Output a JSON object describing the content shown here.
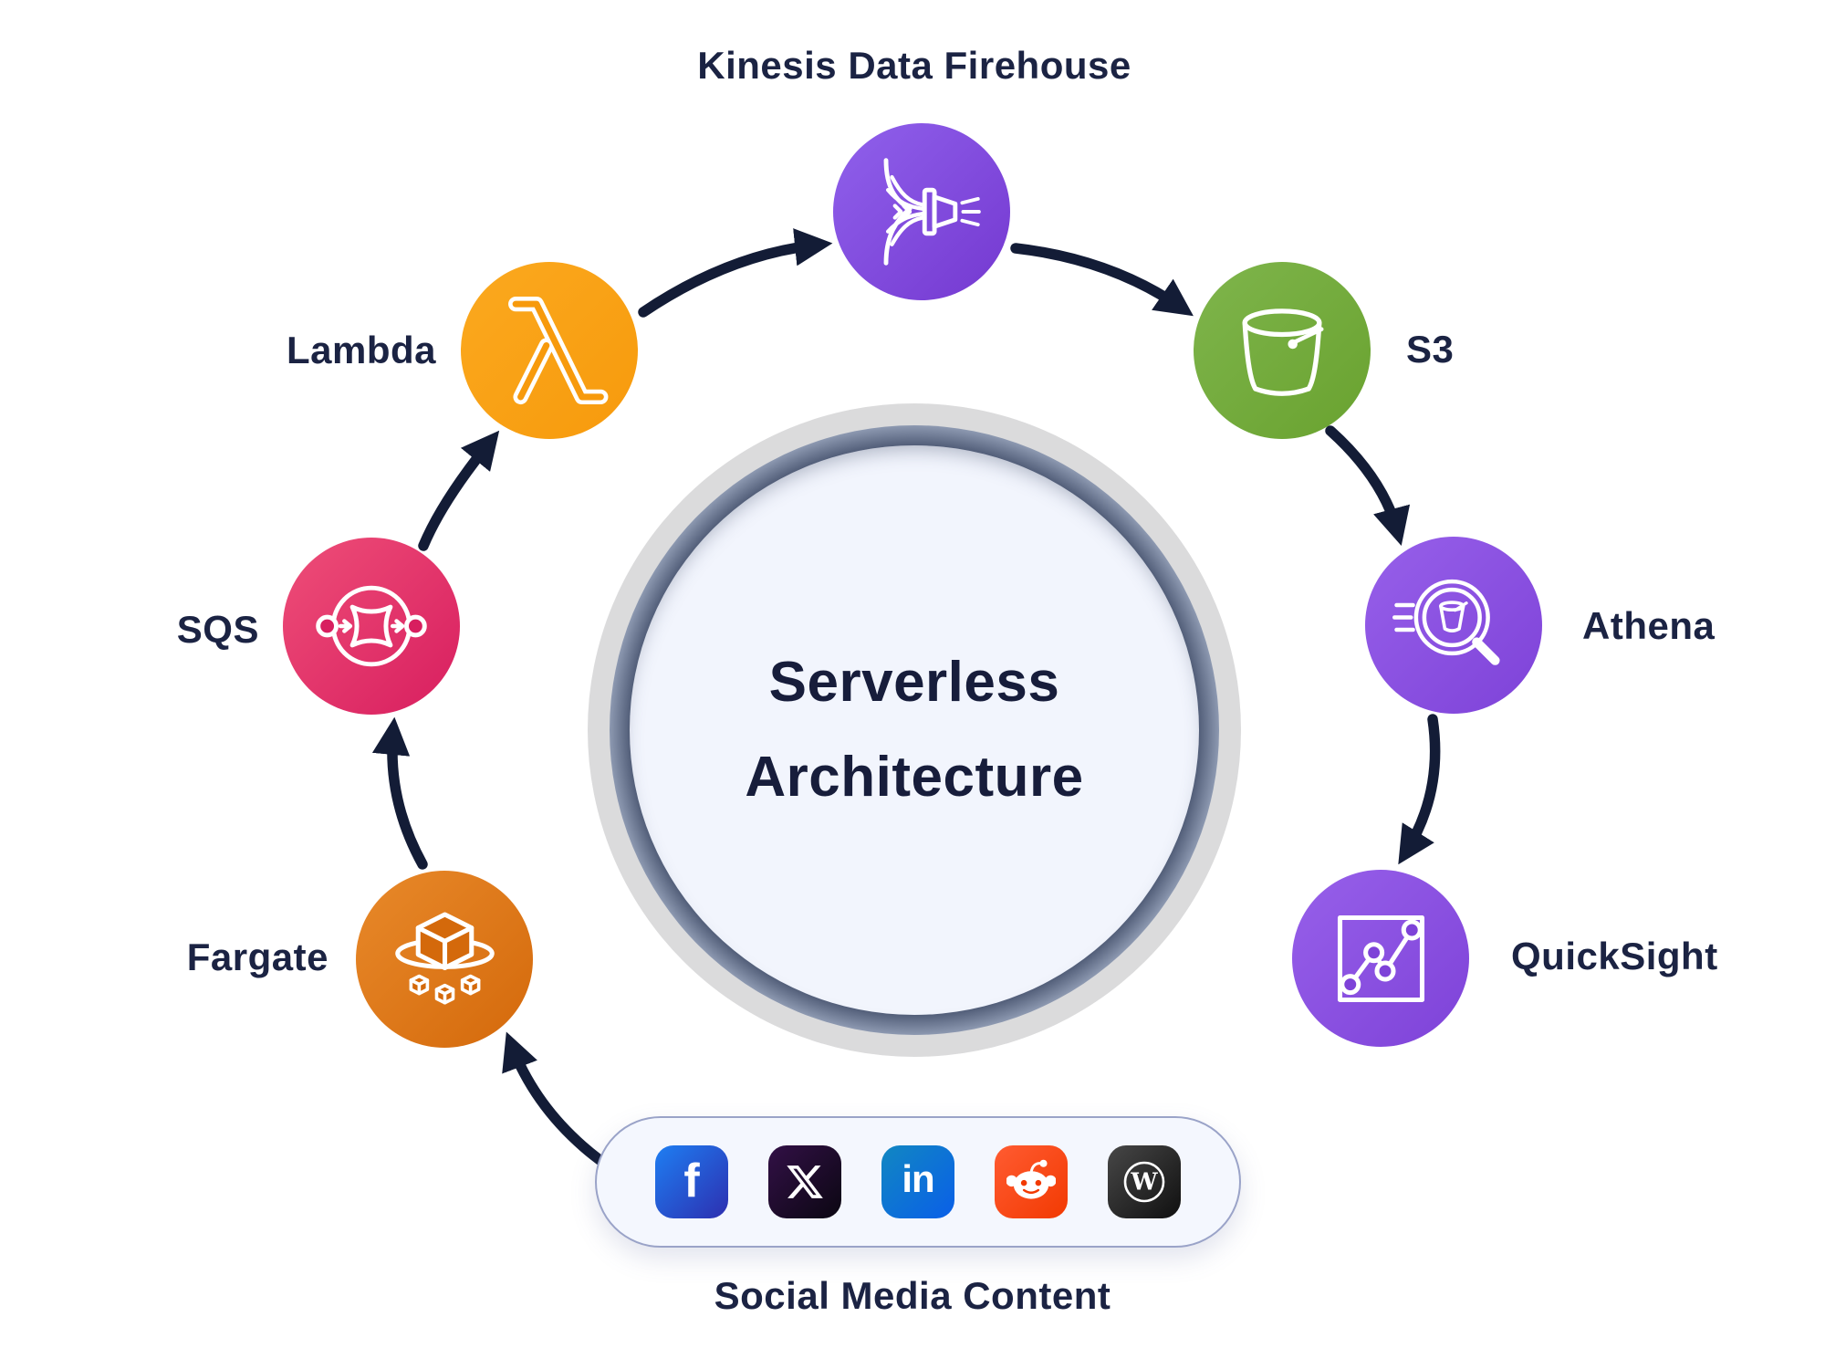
{
  "title": {
    "line1": "Serverless",
    "line2": "Architecture"
  },
  "nodes": [
    {
      "id": "kinesis",
      "label": "Kinesis Data Firehouse",
      "icon": "firehose-icon",
      "color": "#7438D0",
      "color_light": "#9061EC"
    },
    {
      "id": "lambda",
      "label": "Lambda",
      "icon": "lambda-icon",
      "color": "#F79A0C",
      "color_light": "#FBA91F"
    },
    {
      "id": "s3",
      "label": "S3",
      "icon": "s3-bucket-icon",
      "color": "#69A22F",
      "color_light": "#7FB54C"
    },
    {
      "id": "sqs",
      "label": "SQS",
      "icon": "sqs-queue-icon",
      "color": "#D81E5F",
      "color_light": "#EE4E78"
    },
    {
      "id": "athena",
      "label": "Athena",
      "icon": "athena-search-icon",
      "color": "#7E42D8",
      "color_light": "#9760EA"
    },
    {
      "id": "fargate",
      "label": "Fargate",
      "icon": "fargate-cube-icon",
      "color": "#D4690B",
      "color_light": "#E8892A"
    },
    {
      "id": "quicksight",
      "label": "QuickSight",
      "icon": "quicksight-chart-icon",
      "color": "#7E42D8",
      "color_light": "#9760EA"
    }
  ],
  "social": {
    "label": "Social Media Content",
    "icons": [
      {
        "name": "facebook",
        "from": "#1E7EF2",
        "to": "#2D2FB0"
      },
      {
        "name": "x",
        "from": "#321046",
        "to": "#0B0712"
      },
      {
        "name": "linkedin",
        "from": "#1187C2",
        "to": "#0A5FE8"
      },
      {
        "name": "reddit",
        "from": "#FF5B31",
        "to": "#F23A02"
      },
      {
        "name": "wordpress",
        "from": "#474747",
        "to": "#101010"
      }
    ]
  },
  "colors": {
    "arrow": "#131C36",
    "label_text": "#1B2343",
    "title_text": "#171D3B",
    "canvas_bg": "#FFFFFF",
    "center_fill": "#F2F5FD",
    "center_ring": "#4A5671",
    "center_ring_outer": "#DBDBDC",
    "pill_bg": "#F4F7FE",
    "pill_border": "#9AA3C8"
  }
}
